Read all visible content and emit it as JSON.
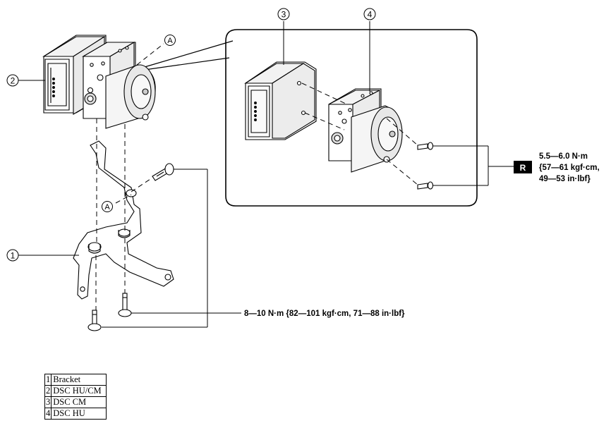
{
  "callouts": {
    "c1": "1",
    "c2": "2",
    "c3": "3",
    "c4": "4",
    "a_top": "A",
    "a_mid": "A"
  },
  "torque_inset": {
    "badge": "R",
    "line1": "5.5—6.0 N·m",
    "line2": "{57—61 kgf·cm,",
    "line3": "49—53 in·lbf}"
  },
  "torque_bracket": "8—10 N·m {82—101 kgf·cm, 71—88 in·lbf}",
  "legend": [
    {
      "num": "1",
      "name": "Bracket"
    },
    {
      "num": "2",
      "name": "DSC HU/CM"
    },
    {
      "num": "3",
      "name": "DSC CM"
    },
    {
      "num": "4",
      "name": "DSC HU"
    }
  ]
}
